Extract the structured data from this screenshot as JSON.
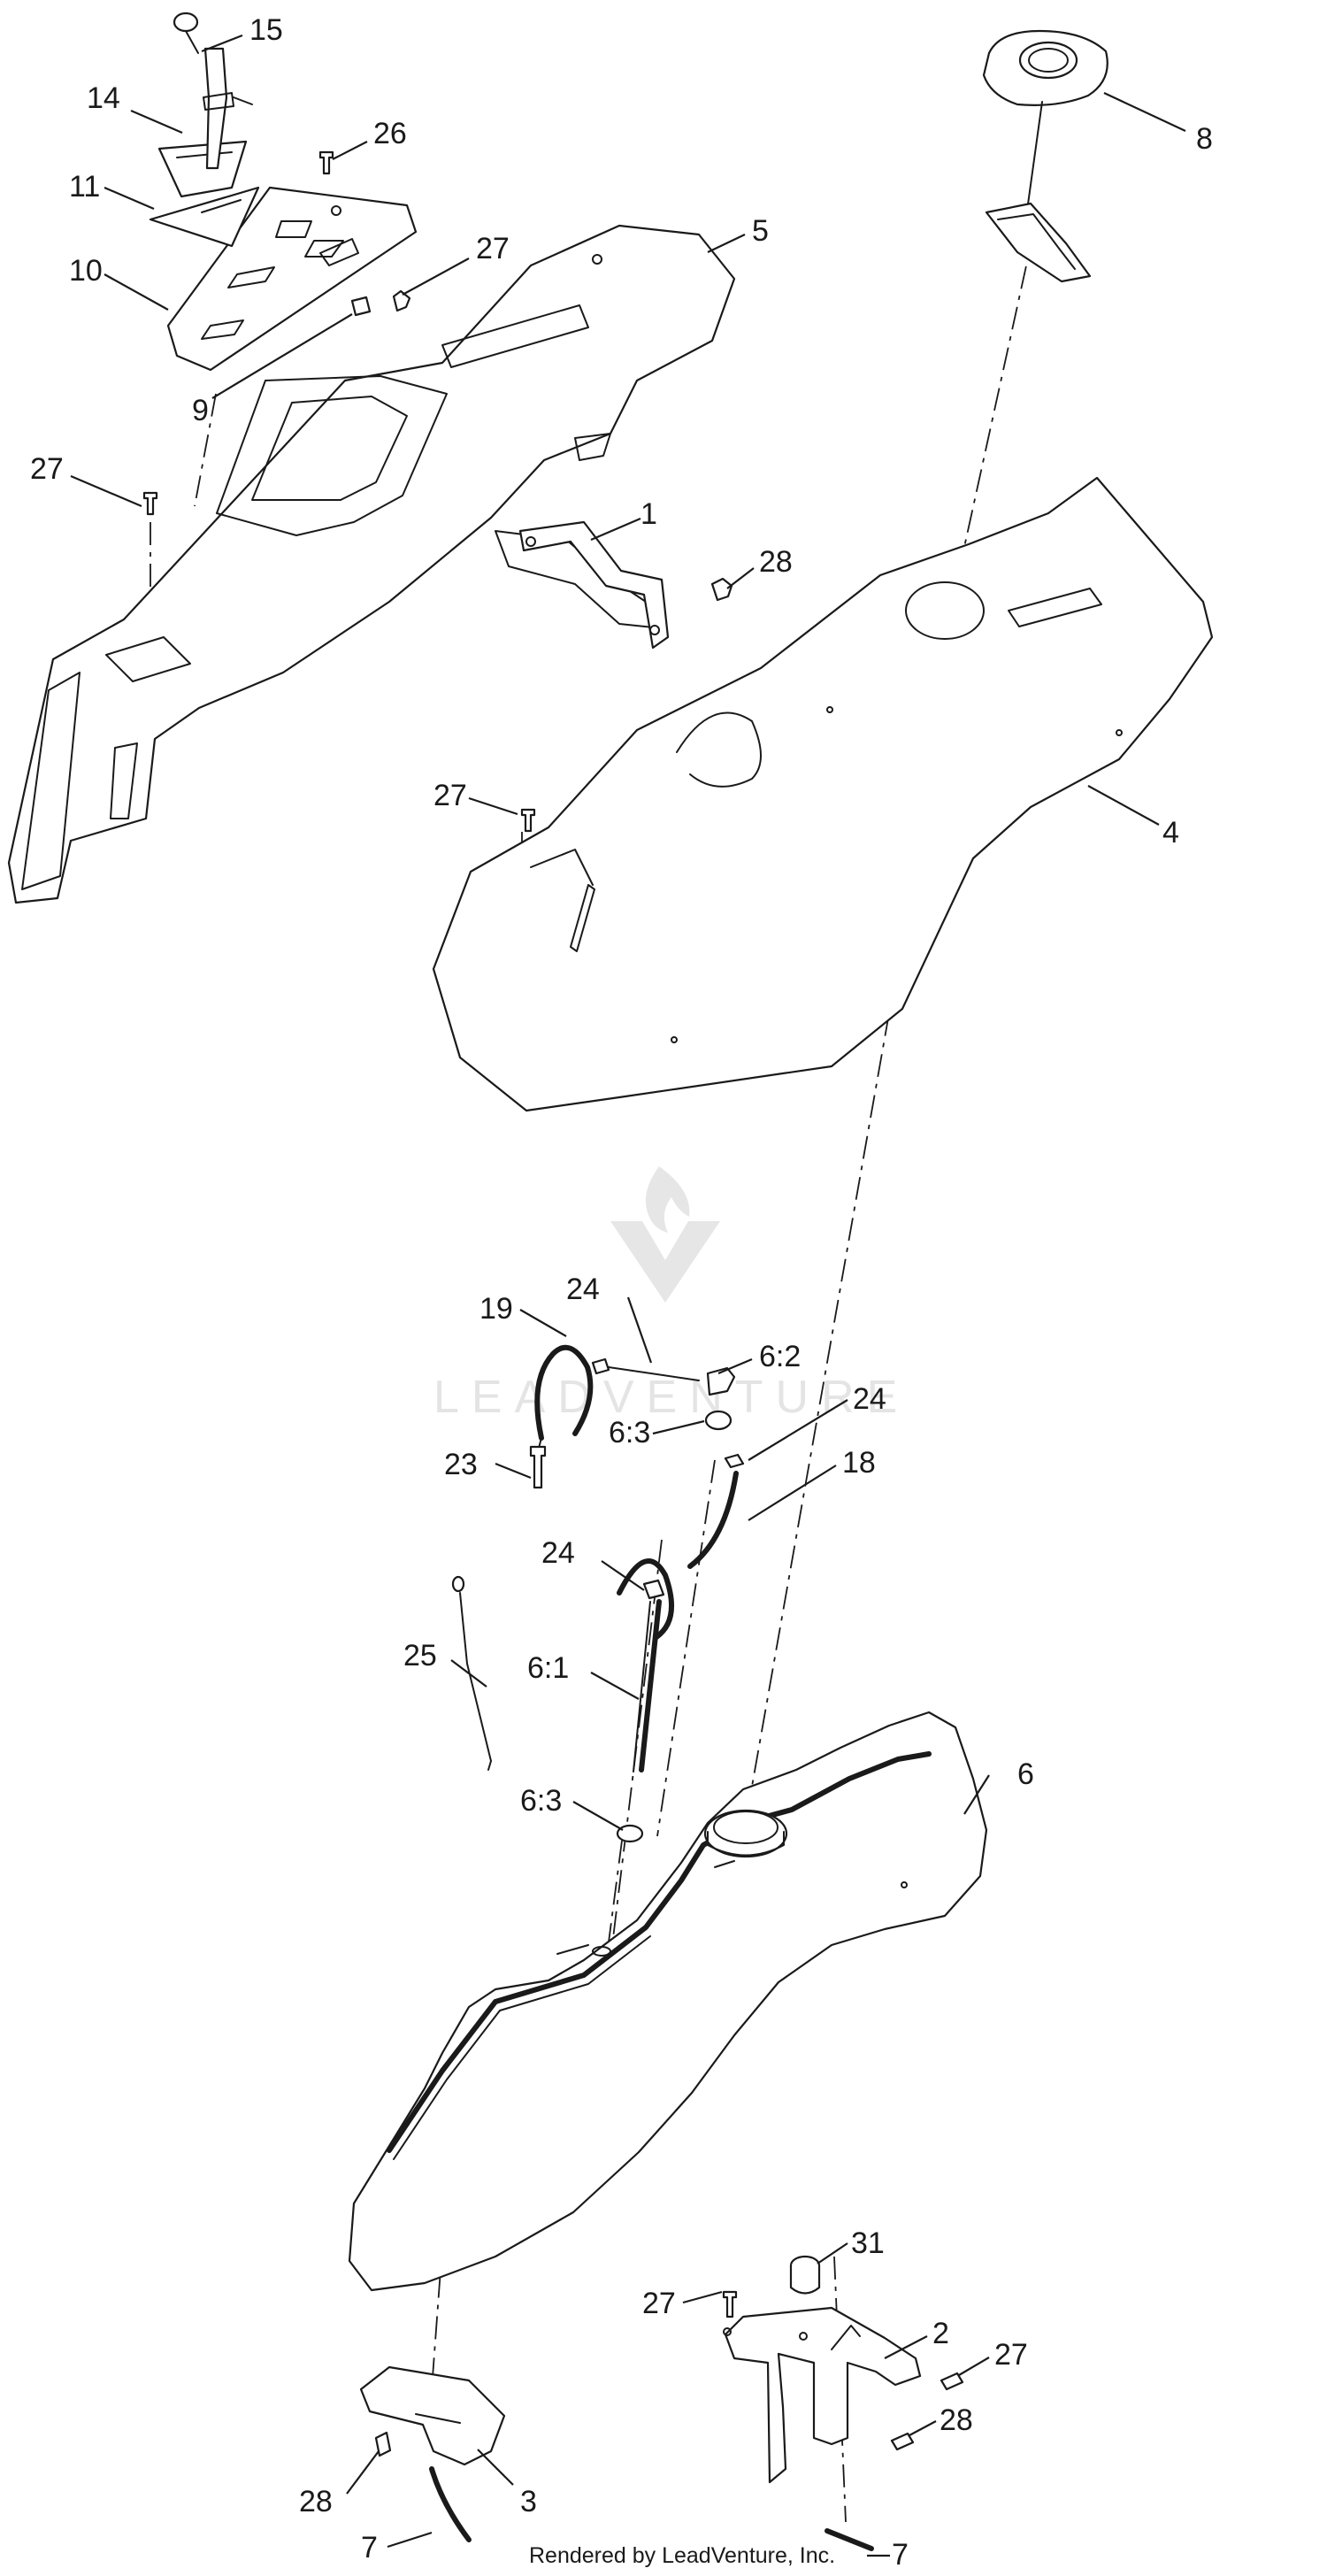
{
  "callouts": [
    {
      "id": "c15a",
      "text": "15"
    },
    {
      "id": "c14",
      "text": "14"
    },
    {
      "id": "c26",
      "text": "26"
    },
    {
      "id": "c11",
      "text": "11"
    },
    {
      "id": "c10",
      "text": "10"
    },
    {
      "id": "c27a",
      "text": "27"
    },
    {
      "id": "c5",
      "text": "5"
    },
    {
      "id": "c9",
      "text": "9"
    },
    {
      "id": "c27b",
      "text": "27"
    },
    {
      "id": "c1",
      "text": "1"
    },
    {
      "id": "c28a",
      "text": "28"
    },
    {
      "id": "c8",
      "text": "8"
    },
    {
      "id": "c27c",
      "text": "27"
    },
    {
      "id": "c4",
      "text": "4"
    },
    {
      "id": "c19",
      "text": "19"
    },
    {
      "id": "c24a",
      "text": "24"
    },
    {
      "id": "c62",
      "text": "6:2"
    },
    {
      "id": "c24b",
      "text": "24"
    },
    {
      "id": "c63a",
      "text": "6:3"
    },
    {
      "id": "c18",
      "text": "18"
    },
    {
      "id": "c23",
      "text": "23"
    },
    {
      "id": "c24c",
      "text": "24"
    },
    {
      "id": "c25",
      "text": "25"
    },
    {
      "id": "c61",
      "text": "6:1"
    },
    {
      "id": "c6",
      "text": "6"
    },
    {
      "id": "c63b",
      "text": "6:3"
    },
    {
      "id": "c31",
      "text": "31"
    },
    {
      "id": "c27d",
      "text": "27"
    },
    {
      "id": "c2",
      "text": "2"
    },
    {
      "id": "c27e",
      "text": "27"
    },
    {
      "id": "c28b",
      "text": "28"
    },
    {
      "id": "c28c",
      "text": "28"
    },
    {
      "id": "c3",
      "text": "3"
    },
    {
      "id": "c7a",
      "text": "7"
    },
    {
      "id": "c7b",
      "text": "7"
    }
  ],
  "footer": "Rendered by LeadVenture, Inc.",
  "watermark": {
    "text": "LEADVENTURE",
    "logo": "flame-v-logo-icon"
  }
}
